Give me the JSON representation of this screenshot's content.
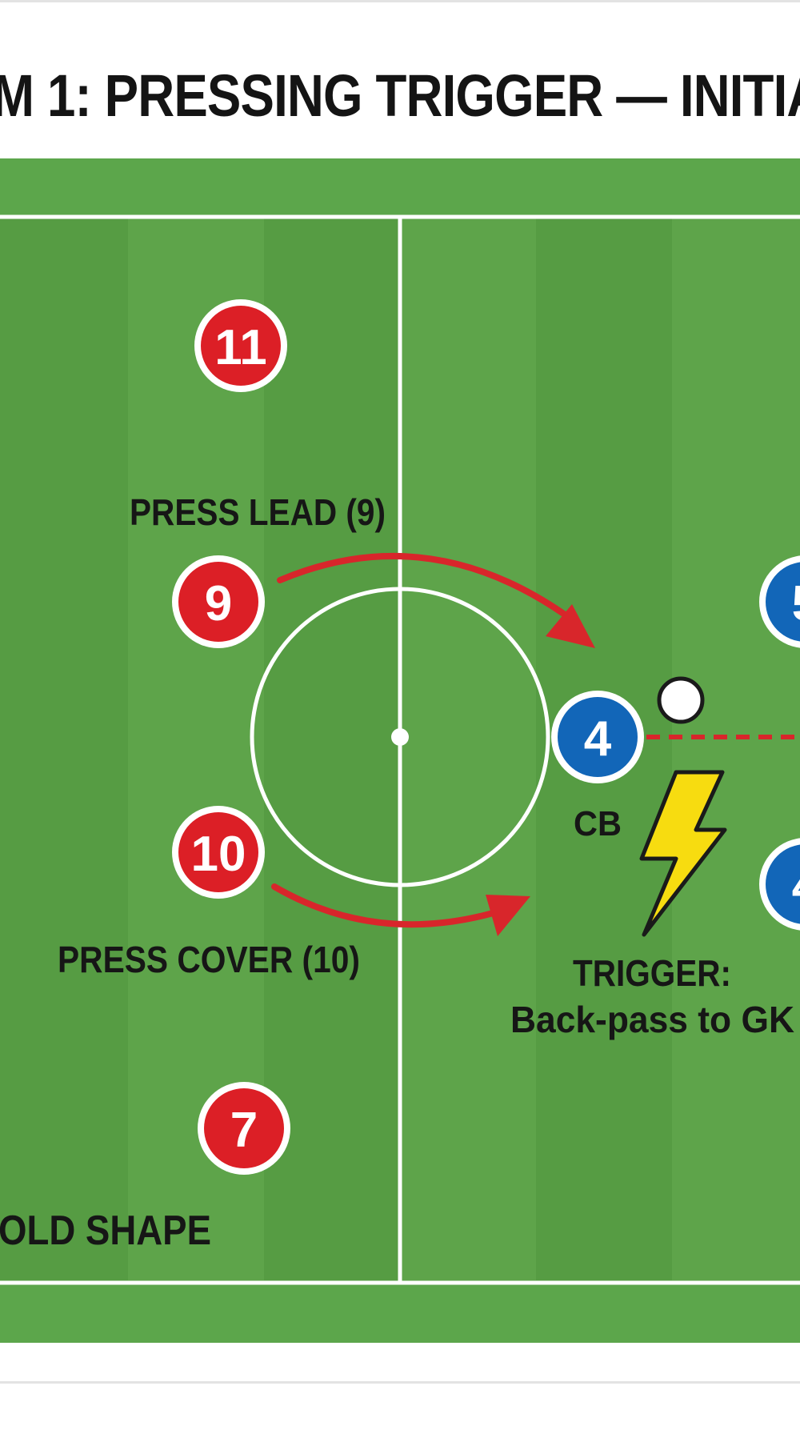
{
  "title": "M 1: PRESSING TRIGGER — INITIA",
  "colors": {
    "pitch_light": "#5ea44a",
    "pitch_dark": "#569c43",
    "pitch_border": "#5ca64b",
    "line": "#ffffff",
    "attacker": "#dc1f26",
    "defender": "#1266b8",
    "arrow": "#d8262b",
    "trigger_bolt": "#f7dc10"
  },
  "attackers": [
    {
      "number": "11"
    },
    {
      "number": "9"
    },
    {
      "number": "10"
    },
    {
      "number": "7"
    }
  ],
  "defenders": [
    {
      "number": "5"
    },
    {
      "number": "4"
    },
    {
      "number": "4"
    }
  ],
  "labels": {
    "press_lead": "PRESS LEAD (9)",
    "press_cover": "PRESS COVER (10)",
    "hold_shape": "OLD SHAPE",
    "cb": "CB",
    "trigger_line1": "TRIGGER:",
    "trigger_line2": "Back-pass to GK"
  },
  "icons": {
    "trigger": "lightning-bolt-icon",
    "ball": "ball-icon"
  }
}
